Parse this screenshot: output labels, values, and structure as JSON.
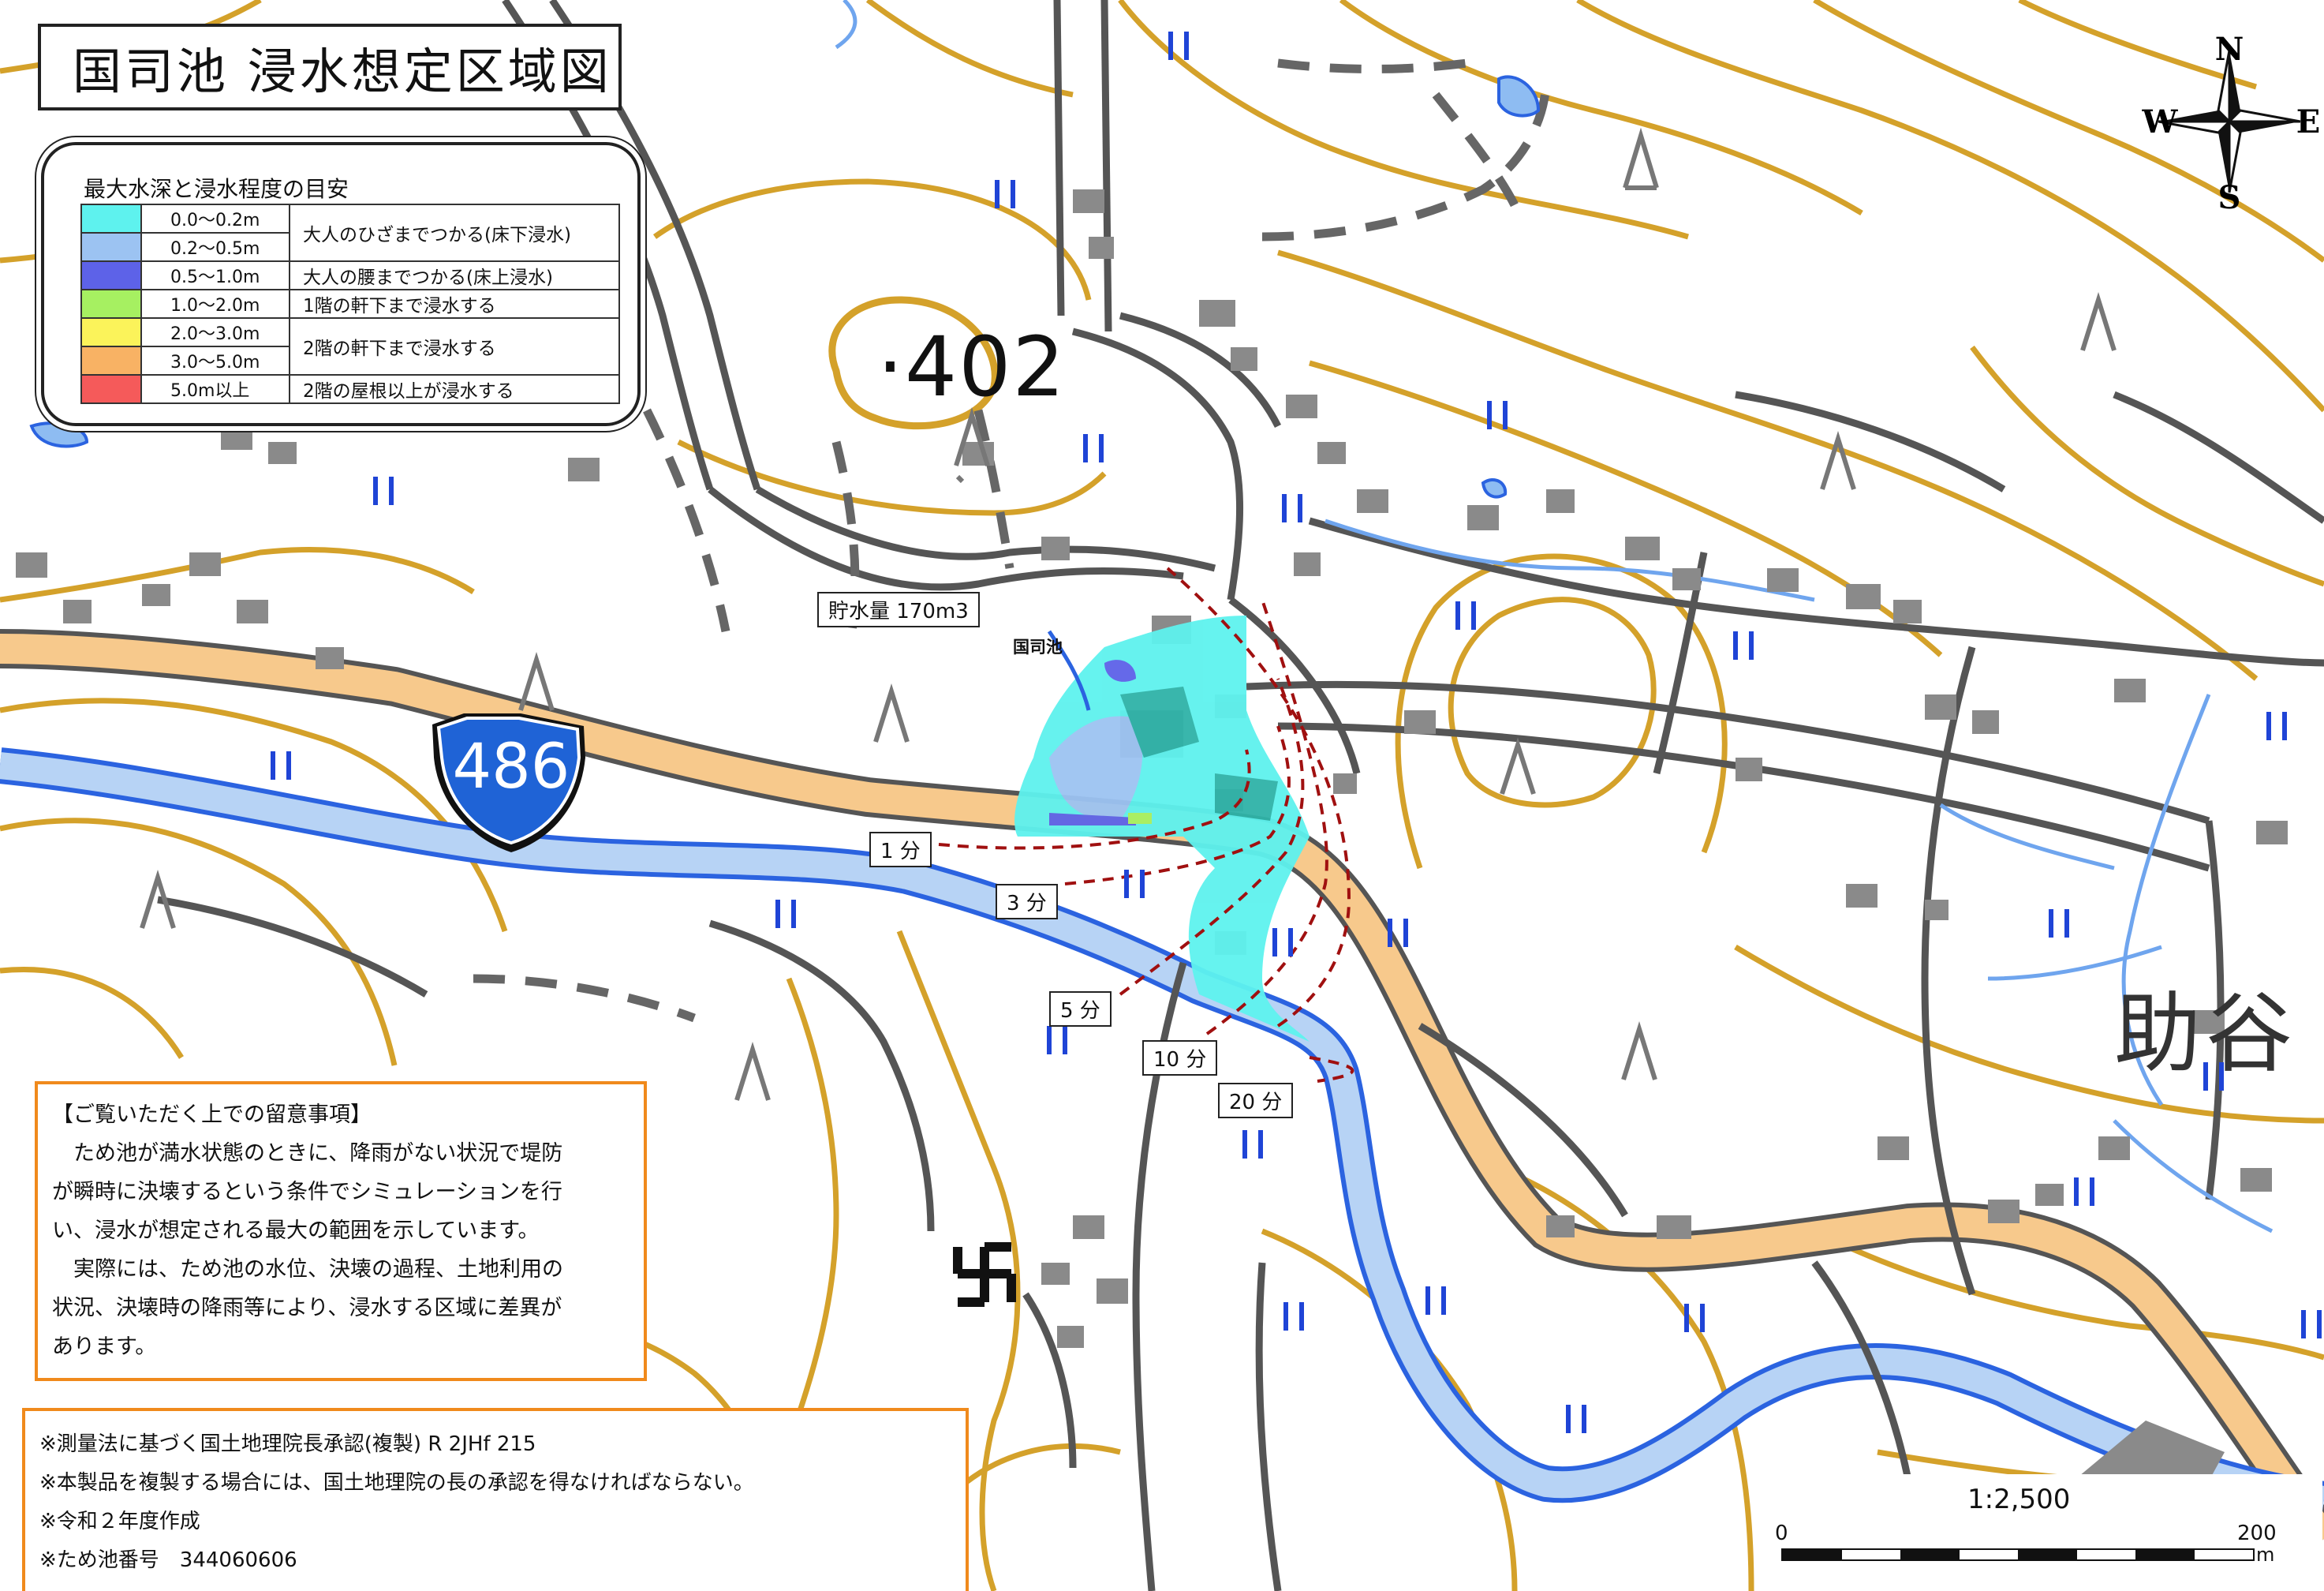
{
  "title": "国司池 浸水想定区域図",
  "compass": {
    "n": "N",
    "s": "S",
    "e": "E",
    "w": "W"
  },
  "legend": {
    "title": "最大水深と浸水程度の目安",
    "rows": [
      {
        "range": "0.0～0.2m",
        "color": "#5ef2ee"
      },
      {
        "range": "0.2～0.5m",
        "color": "#9cc3f2"
      },
      {
        "range": "0.5～1.0m",
        "color": "#5d62e8"
      },
      {
        "range": "1.0～2.0m",
        "color": "#a6f061"
      },
      {
        "range": "2.0～3.0m",
        "color": "#fbf35a"
      },
      {
        "range": "3.0～5.0m",
        "color": "#f8b264"
      },
      {
        "range": "5.0m以上",
        "color": "#f55a5a"
      }
    ],
    "descriptions": [
      "大人のひざまでつかる(床下浸水)",
      "大人の腰までつかる(床上浸水)",
      "1階の軒下まで浸水する",
      "2階の軒下まで浸水する",
      "2階の屋根以上が浸水する"
    ]
  },
  "map": {
    "elevation": "·402",
    "route_number": "486",
    "place_name": "助谷",
    "pond_name": "国司池",
    "storage": "貯水量 170m3",
    "time_labels": [
      "1 分",
      "3 分",
      "5 分",
      "10 分",
      "20 分"
    ],
    "colors": {
      "road": "#f7c98c",
      "river": "#b7d3f5",
      "contour": "#d4a12a",
      "road_outline": "#555555",
      "stream": "#2b63e0"
    }
  },
  "notes": {
    "heading": "【ご覧いただく上での留意事項】",
    "lines": [
      "　ため池が満水状態のときに、降雨がない状況で堤防",
      "が瞬時に決壊するという条件でシミュレーションを行",
      "い、浸水が想定される最大の範囲を示しています。",
      "　実際には、ため池の水位、決壊の過程、土地利用の",
      "状況、決壊時の降雨等により、浸水する区域に差異が",
      "あります。"
    ]
  },
  "copyright": [
    "※測量法に基づく国土地理院長承認(複製) R 2JHf 215",
    "※本製品を複製する場合には、国土地理院の長の承認を得なければならない。",
    "※令和２年度作成",
    "※ため池番号　344060606"
  ],
  "scale": {
    "ratio": "1:2,500",
    "zero": "0",
    "max": "200",
    "unit": "m"
  }
}
